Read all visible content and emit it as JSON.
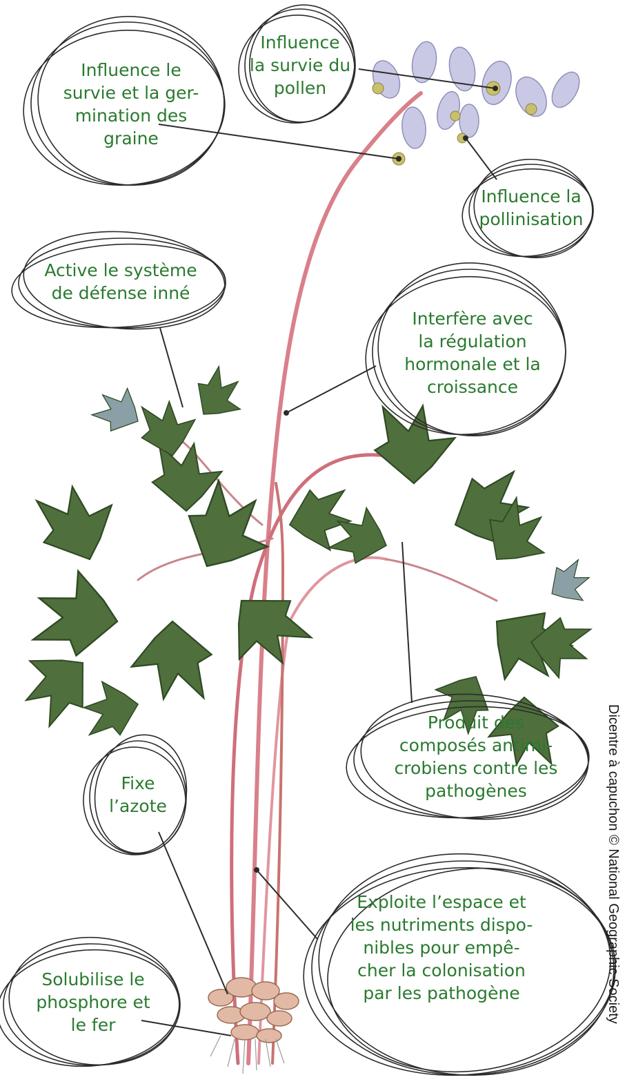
{
  "labels": {
    "seeds": "Influence le\nsurvie et la ger-\nmination des\ngraine",
    "pollen": "Influence\nla survie du\npollen",
    "pollination": "Influence la\npollinisation",
    "defense": "Active le système\nde défense inné",
    "hormones": "Interfère avec\nla régulation\nhormonale et la\ncroissance",
    "antimicrobial": "Produit des\ncomposés antimi-\ncrobiens contre les\npathogènes",
    "nitrogen": "Fixe\nl’azote",
    "phosphorus": "Solubilise le\nphosphore et\nle fer",
    "exploit": "Exploite l’espace et\nles nutriments dispo-\nnibles pour empê-\ncher la colonisation\npar les pathogène"
  },
  "credit": "Dicentre à capuchon © National Geographic Society",
  "colors": {
    "label_text": "#2a7a2f",
    "circle_stroke": "#2b2b2b",
    "stem": "#d9808a",
    "leaf": "#4f6f3c",
    "flower": "#c9c9e6",
    "bulb": "#e2b9a4"
  }
}
